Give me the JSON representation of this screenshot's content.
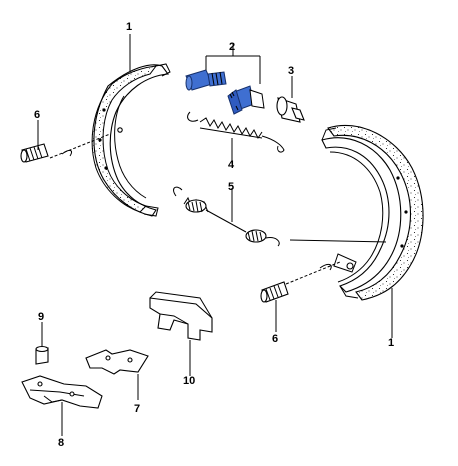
{
  "diagram": {
    "callouts": {
      "c1_left": "1",
      "c1_right": "1",
      "c2": "2",
      "c3": "3",
      "c4": "4",
      "c5": "5",
      "c6_left": "6",
      "c6_right": "6",
      "c7": "7",
      "c8": "8",
      "c9": "9",
      "c10": "10"
    },
    "colors": {
      "line": "#000000",
      "highlight_fill": "#3f6fd1",
      "highlight_stroke": "#16306b",
      "background": "#ffffff"
    }
  }
}
